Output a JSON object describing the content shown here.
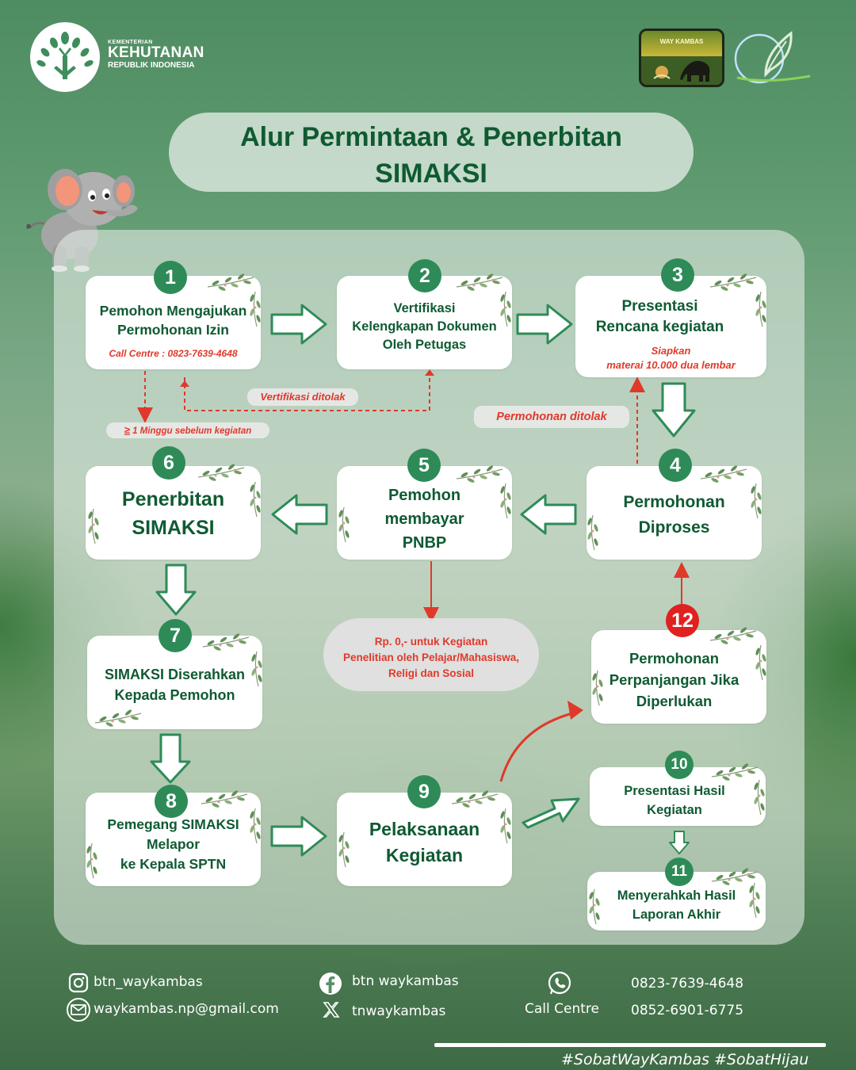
{
  "header": {
    "org_small": "KEMENTERIAN",
    "org_big": "KEHUTANAN",
    "org_sub": "REPUBLIK INDONESIA",
    "badge_label": "WAY KAMBAS"
  },
  "title": {
    "line1": "Alur Permintaan &  Penerbitan",
    "line2": "SIMAKSI"
  },
  "steps": [
    {
      "num": "1",
      "lines": [
        "Pemohon Mengajukan",
        "Permohonan Izin"
      ],
      "note": "Call Centre : 0823-7639-4648"
    },
    {
      "num": "2",
      "lines": [
        "Vertifikasi",
        "Kelengkapan Dokumen",
        "Oleh Petugas"
      ]
    },
    {
      "num": "3",
      "lines": [
        "Presentasi",
        "Rencana kegiatan"
      ],
      "note_lines": [
        "Siapkan",
        "materai 10.000 dua lembar"
      ]
    },
    {
      "num": "4",
      "lines": [
        "Permohonan",
        "Diproses"
      ]
    },
    {
      "num": "5",
      "lines": [
        "Pemohon",
        "membayar",
        "PNBP"
      ]
    },
    {
      "num": "6",
      "lines": [
        "Penerbitan",
        "SIMAKSI"
      ]
    },
    {
      "num": "7",
      "lines": [
        "SIMAKSI Diserahkan",
        "Kepada Pemohon"
      ]
    },
    {
      "num": "8",
      "lines": [
        "Pemegang SIMAKSI",
        "Melapor",
        "ke Kepala SPTN"
      ]
    },
    {
      "num": "9",
      "lines": [
        "Pelaksanaan",
        "Kegiatan"
      ]
    },
    {
      "num": "10",
      "lines": [
        "Presentasi Hasil",
        "Kegiatan"
      ]
    },
    {
      "num": "11",
      "lines": [
        "Menyerahkah Hasil",
        "Laporan Akhir"
      ]
    },
    {
      "num": "12",
      "lines": [
        "Permohonan",
        "Perpanjangan Jika",
        "Diperlukan"
      ]
    }
  ],
  "labels": {
    "verif_rejected": "Vertifikasi ditolak",
    "min_week": "1 Minggu sebelum kegiatan",
    "min_week_symbol": "≥",
    "permohonan_rejected": "Permohonan ditolak"
  },
  "info": {
    "lines": [
      "Rp. 0,- untuk Kegiatan",
      "Penelitian oleh Pelajar/Mahasiswa,",
      "Religi dan Sosial"
    ]
  },
  "footer": {
    "instagram": "btn_waykambas",
    "email": "waykambas.np@gmail.com",
    "facebook": "btn waykambas",
    "x": "tnwaykambas",
    "call_label": "Call Centre",
    "phone1": "0823-7639-4648",
    "phone2": "0852-6901-6775",
    "hashtags": "#SobatWayKambas #SobatHijau"
  },
  "colors": {
    "primary_green": "#0f5a32",
    "badge_green": "#2e8b57",
    "alert_red": "#e0392b",
    "highlight_red": "#e0211f"
  }
}
